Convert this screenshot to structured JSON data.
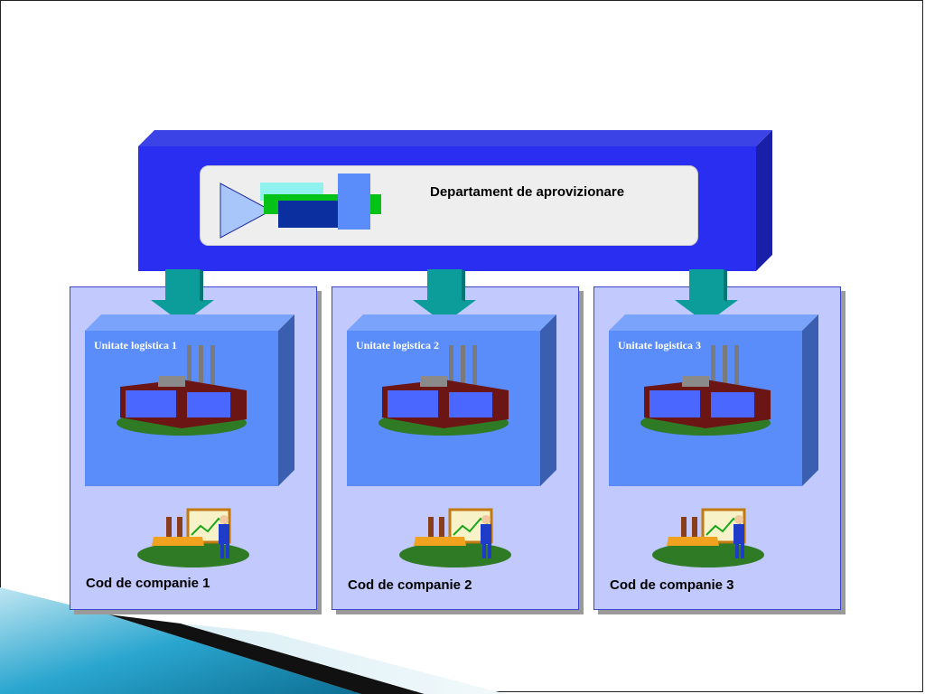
{
  "department": {
    "title": "Departament de aprovizionare"
  },
  "companies": [
    {
      "unit_label": "Unitate logistica 1",
      "code_label": "Cod de companie 1"
    },
    {
      "unit_label": "Unitate logistica 2",
      "code_label": "Cod de companie 2"
    },
    {
      "unit_label": "Unitate logistica 3",
      "code_label": "Cod de companie 3"
    }
  ],
  "colors": {
    "header_blue": "#2a2ef0",
    "panel_grey": "#eeeeee",
    "company_fill": "#c1c9fd",
    "unit_blue": "#5a8cfa",
    "arrow_teal": "#0c9d9a"
  },
  "icons": [
    "flow-diagram-icon",
    "arrow-down-icon",
    "factory-icon",
    "analyst-chart-icon"
  ]
}
